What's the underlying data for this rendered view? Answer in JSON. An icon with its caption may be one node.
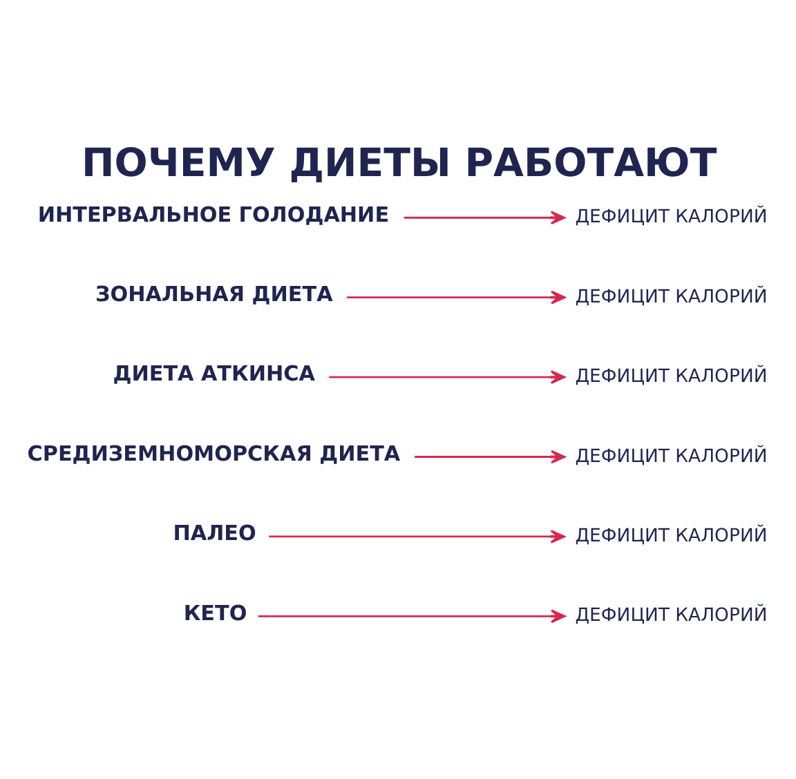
{
  "diagram": {
    "title": "ПОЧЕМУ ДИЕТЫ РАБОТАЮТ",
    "nodes": [
      {
        "text": [
          "КЕТО"
        ]
      },
      {
        "text": [
          "ДЕФИЦИТ КАЛОРИЙ"
        ]
      },
      {
        "text": [
          "ПАЛЕО"
        ]
      },
      {
        "text": [
          "ДЕФИЦИТ КАЛОРИЙ"
        ]
      },
      {
        "text": [
          "СРЕДИЗЕМНОМОРСКАЯ ДИЕТА"
        ]
      },
      {
        "text": [
          "ДЕФИЦИТ КАЛОРИЙ"
        ]
      },
      {
        "text": [
          "ДИЕТА АТКИНСА"
        ]
      },
      {
        "text": [
          "ДЕФИЦИТ КАЛОРИЙ"
        ]
      },
      {
        "text": [
          "ЗОНАЛЬНАЯ ДИЕТА"
        ]
      },
      {
        "text": [
          "ДЕФИЦИТ КАЛОРИЙ"
        ]
      },
      {
        "text": [
          "ИНТЕРВАЛЬНОЕ ГОЛОДАНИЕ"
        ]
      },
      {
        "text": [
          "ДЕФИЦИТ КАЛОРИЙ"
        ]
      }
    ],
    "edges": [
      {
        "from": 0,
        "to": 1,
        "arrow": "to"
      },
      {
        "from": 2,
        "to": 3,
        "arrow": "to"
      },
      {
        "from": 4,
        "to": 5,
        "arrow": "to"
      },
      {
        "from": 6,
        "to": 7,
        "arrow": "to"
      },
      {
        "from": 8,
        "to": 9,
        "arrow": "to"
      },
      {
        "from": 10,
        "to": 11,
        "arrow": "to"
      }
    ]
  }
}
